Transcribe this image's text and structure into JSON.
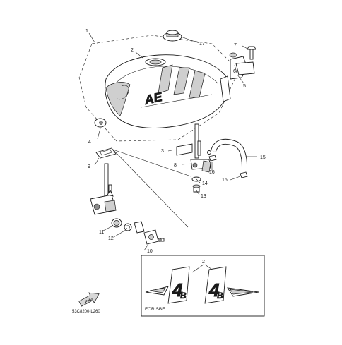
{
  "diagram_code": "53C8200-L260",
  "fwd_label": "FWD",
  "inset_label": "FOR SBE",
  "callouts": {
    "p1": "1",
    "p2": "2",
    "p3": "3",
    "p4": "4",
    "p5": "5",
    "p6": "6",
    "p7": "7",
    "p8": "8",
    "p9": "9",
    "p10": "10",
    "p11": "11",
    "p12": "12",
    "p13": "13",
    "p14": "14",
    "p15": "15",
    "p16a": "16",
    "p16b": "16",
    "p17": "17",
    "inset2": "2"
  },
  "colors": {
    "line": "#1a1a1a",
    "shade": "#cfcfcf",
    "background": "#ffffff"
  }
}
